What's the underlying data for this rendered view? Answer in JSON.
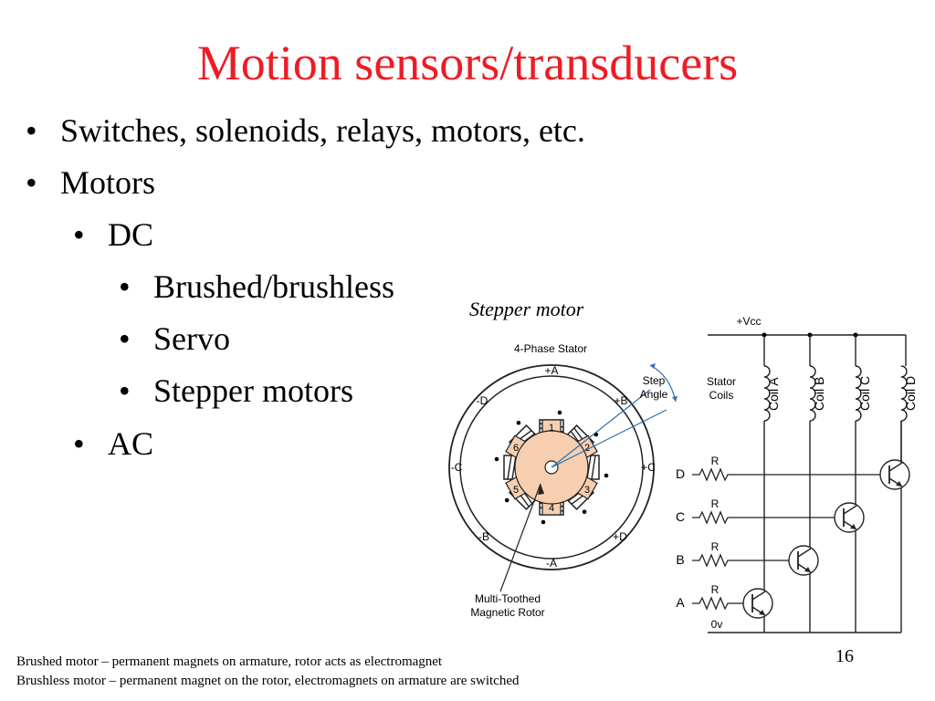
{
  "slide": {
    "title": "Motion sensors/transducers",
    "bullets": [
      {
        "text": "Switches, solenoids, relays, motors, etc."
      },
      {
        "text": "Motors"
      },
      {
        "text": "DC"
      },
      {
        "text": "Brushed/brushless"
      },
      {
        "text": "Servo"
      },
      {
        "text": "Stepper motors"
      },
      {
        "text": "AC"
      }
    ],
    "bullet_char": "•",
    "figure_caption": "Stepper motor",
    "page_number": "16",
    "notes": [
      "Brushed motor – permanent magnets on armature, rotor acts as electromagnet",
      "Brushless motor – permanent magnet on the rotor, electromagnets on armature are switched"
    ]
  },
  "stator_diagram": {
    "title": "4-Phase Stator",
    "step_label_1": "Step",
    "step_label_2": "Angle",
    "rotor_label_1": "Multi-Toothed",
    "rotor_label_2": "Magnetic Rotor",
    "pole_labels": [
      "+A",
      "+B",
      "+C",
      "+D",
      "-A",
      "-B",
      "-C",
      "-D"
    ],
    "tooth_numbers": [
      "1",
      "2",
      "3",
      "4",
      "5",
      "6"
    ]
  },
  "circuit": {
    "vcc": "+Vcc",
    "ground": "0v",
    "stator_label_1": "Stator",
    "stator_label_2": "Coils",
    "coils": [
      "Coil A",
      "Coil B",
      "Coil C",
      "Coil D"
    ],
    "inputs": [
      "D",
      "C",
      "B",
      "A"
    ],
    "resistor": "R"
  },
  "colors": {
    "title": "#ee1c25",
    "rotor_fill": "#f6cfb0",
    "diagram_line": "#222222",
    "step_angle": "#2a6fb4"
  }
}
